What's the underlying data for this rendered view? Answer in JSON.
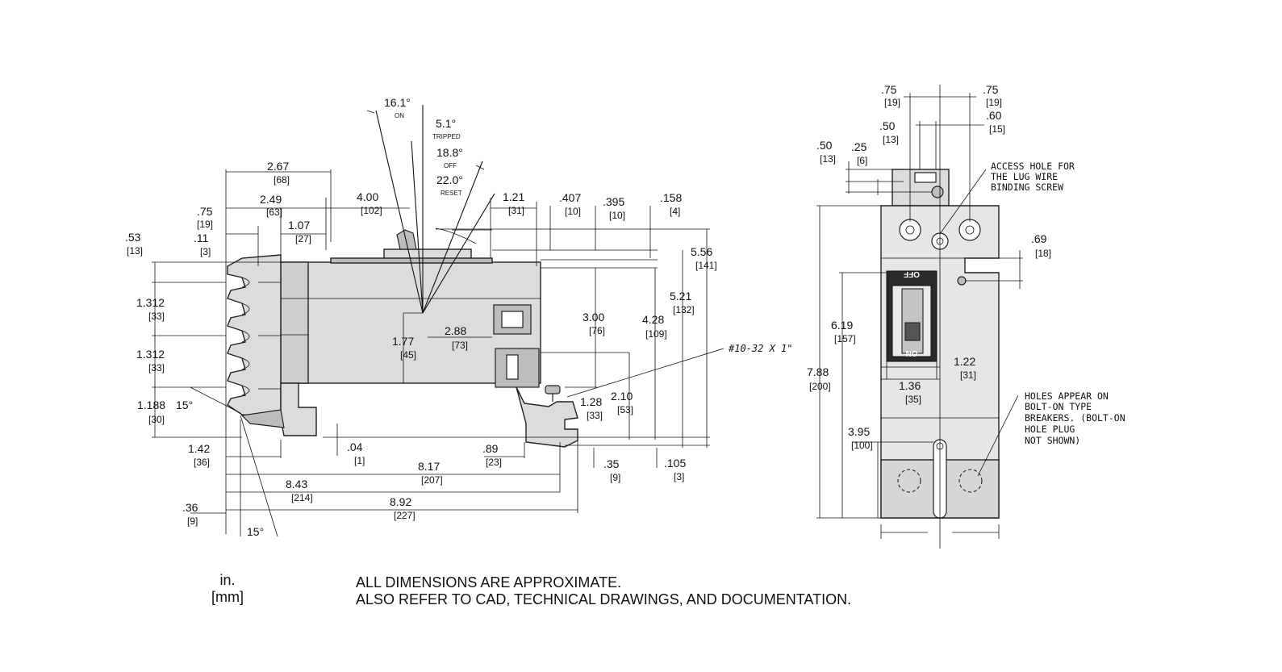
{
  "side_view": {
    "angles": [
      {
        "value": "16.1°",
        "label": "ON"
      },
      {
        "value": "5.1°",
        "label": "TRIPPED"
      },
      {
        "value": "18.8°",
        "label": "OFF"
      },
      {
        "value": "22.0°",
        "label": "RESET"
      }
    ],
    "dims": [
      {
        "in": "2.67",
        "mm": "[68]"
      },
      {
        "in": "2.49",
        "mm": "[63]"
      },
      {
        "in": "4.00",
        "mm": "[102]"
      },
      {
        "in": "1.21",
        "mm": "[31]"
      },
      {
        "in": ".407",
        "mm": "[10]"
      },
      {
        "in": ".395",
        "mm": "[10]"
      },
      {
        "in": ".158",
        "mm": "[4]"
      },
      {
        "in": ".75",
        "mm": "[19]"
      },
      {
        "in": ".53",
        "mm": "[13]"
      },
      {
        "in": ".11",
        "mm": "[3]"
      },
      {
        "in": "1.07",
        "mm": "[27]"
      },
      {
        "in": "5.56",
        "mm": "[141]"
      },
      {
        "in": "5.21",
        "mm": "[132]"
      },
      {
        "in": "1.312",
        "mm": "[33]"
      },
      {
        "in": "3.00",
        "mm": "[76]"
      },
      {
        "in": "4.28",
        "mm": "[109]"
      },
      {
        "in": "1.77",
        "mm": "[45]"
      },
      {
        "in": "2.88",
        "mm": "[73]"
      },
      {
        "in": "1.312",
        "mm": "[33]"
      },
      {
        "in": "1.188",
        "mm": "[30]"
      },
      {
        "in": "1.28",
        "mm": "[33]"
      },
      {
        "in": "2.10",
        "mm": "[53]"
      },
      {
        "in": "1.42",
        "mm": "[36]"
      },
      {
        "in": ".04",
        "mm": "[1]"
      },
      {
        "in": ".89",
        "mm": "[23]"
      },
      {
        "in": ".35",
        "mm": "[9]"
      },
      {
        "in": ".105",
        "mm": "[3]"
      },
      {
        "in": "8.17",
        "mm": "[207]"
      },
      {
        "in": "8.43",
        "mm": "[214]"
      },
      {
        "in": "8.92",
        "mm": "[227]"
      },
      {
        "in": ".36",
        "mm": "[9]"
      }
    ],
    "angle_15_top": "15°",
    "angle_15_bottom": "15°",
    "screw_label": "#10-32 X 1\""
  },
  "front_view": {
    "dims": [
      {
        "in": ".75",
        "mm": "[19]"
      },
      {
        "in": ".75",
        "mm": "[19]"
      },
      {
        "in": ".50",
        "mm": "[13]"
      },
      {
        "in": ".60",
        "mm": "[15]"
      },
      {
        "in": ".50",
        "mm": "[13]"
      },
      {
        "in": ".25",
        "mm": "[6]"
      },
      {
        "in": ".69",
        "mm": "[18]"
      },
      {
        "in": "6.19",
        "mm": "[157]"
      },
      {
        "in": "7.88",
        "mm": "[200]"
      },
      {
        "in": "1.22",
        "mm": "[31]"
      },
      {
        "in": "1.36",
        "mm": "[35]"
      },
      {
        "in": "3.95",
        "mm": "[100]"
      }
    ],
    "note_access": [
      "ACCESS HOLE FOR",
      "THE LUG WIRE",
      "BINDING SCREW"
    ],
    "note_holes": [
      "HOLES APPEAR ON",
      "BOLT-ON TYPE",
      "BREAKERS. (BOLT-ON",
      "HOLE PLUG",
      "NOT SHOWN)"
    ],
    "handle_off": "OFF",
    "handle_on": "ON"
  },
  "units": {
    "inch": "in.",
    "mm": "[mm]"
  },
  "footer": {
    "line1": "ALL DIMENSIONS ARE APPROXIMATE.",
    "line2": "ALSO REFER TO CAD, TECHNICAL DRAWINGS, AND DOCUMENTATION."
  }
}
